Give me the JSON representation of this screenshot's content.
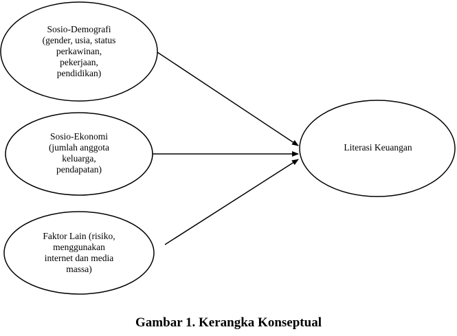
{
  "diagram": {
    "nodes": {
      "demografi": "Sosio-Demografi\n(gender, usia, status\nperkawinan,\npekerjaan,\npendidikan)",
      "ekonomi": "Sosio-Ekonomi\n(jumlah anggota\nkeluarga,\npendapatan)",
      "lain": "Faktor Lain (risiko,\nmenggunakan\ninternet dan media\nmassa)",
      "literasi": "Literasi Keuangan"
    },
    "edges": [
      {
        "from": "demografi",
        "to": "literasi"
      },
      {
        "from": "ekonomi",
        "to": "literasi"
      },
      {
        "from": "lain",
        "to": "literasi"
      }
    ]
  },
  "caption": "Gambar 1. Kerangka Konseptual"
}
